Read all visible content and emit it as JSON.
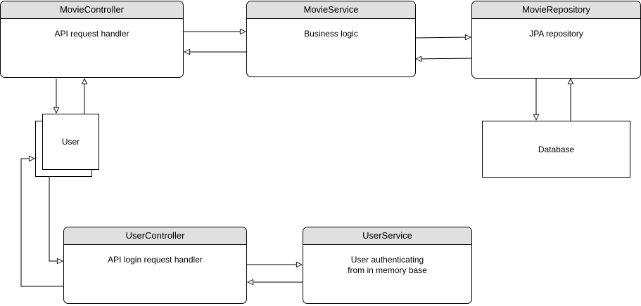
{
  "components": {
    "movie_controller": {
      "title": "MovieController",
      "desc": "API request handler"
    },
    "movie_service": {
      "title": "MovieService",
      "desc": "Business logic"
    },
    "movie_repository": {
      "title": "MovieRepository",
      "desc": "JPA repository"
    },
    "user_controller": {
      "title": "UserController",
      "desc": "API login request handler"
    },
    "user_service": {
      "title": "UserService",
      "desc": "User authenticating\nfrom in memory base"
    }
  },
  "actor": {
    "label": "User"
  },
  "database": {
    "label": "Database"
  },
  "colors": {
    "header_fill": "#e0e0e0",
    "stroke": "#000000",
    "background": "#ffffff"
  }
}
